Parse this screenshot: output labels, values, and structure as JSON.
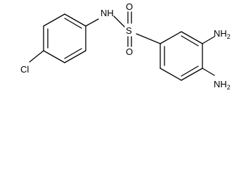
{
  "molecule": {
    "atoms": {
      "nh": "NH",
      "s": "S",
      "o_top": "O",
      "o_bottom": "O",
      "cl": "Cl",
      "nh2_top_main": "NH",
      "nh2_top_sub": "2",
      "nh2_bottom_main": "NH",
      "nh2_bottom_sub": "2"
    }
  }
}
